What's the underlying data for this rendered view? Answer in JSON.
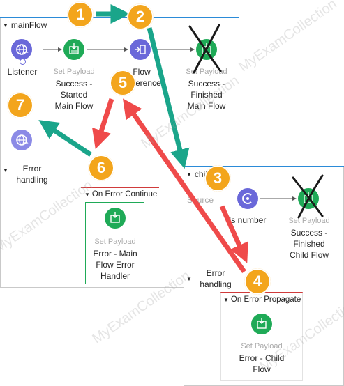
{
  "main_flow": {
    "name": "mainFlow",
    "listener": "Listener",
    "set_payload_1": {
      "type": "Set Payload",
      "label_lines": [
        "Success -",
        "Started",
        "Main Flow"
      ]
    },
    "flow_reference": {
      "label_lines": [
        "Flow",
        "Reference"
      ]
    },
    "set_payload_2": {
      "type": "Set Payload",
      "label_lines": [
        "Success -",
        "Finished",
        "Main Flow"
      ]
    },
    "error_handling": {
      "label_lines": [
        "Error",
        "handling"
      ]
    },
    "on_error_continue": {
      "title": "On Error Continue",
      "set_payload": {
        "type": "Set Payload",
        "label_lines": [
          "Error - Main",
          "Flow Error",
          "Handler"
        ]
      }
    }
  },
  "child_flow": {
    "name": "childFlow",
    "source": "Source",
    "is_number": "is number",
    "set_payload": {
      "type": "Set Payload",
      "label_lines": [
        "Success -",
        "Finished",
        "Child Flow"
      ]
    },
    "error_handling": {
      "label_lines": [
        "Error",
        "handling"
      ]
    },
    "on_error_propagate": {
      "title": "On Error Propagate",
      "set_payload": {
        "type": "Set Payload",
        "label_lines": [
          "Error - Child",
          "Flow"
        ]
      }
    }
  },
  "steps": [
    "1",
    "2",
    "3",
    "4",
    "5",
    "6",
    "7"
  ],
  "watermark": "MyExamCollection",
  "colors": {
    "badge": "#f3a51c",
    "teal_arrow": "#1aa58a",
    "red_arrow": "#ef4a4a",
    "node_blue": "#6a68d9",
    "node_green": "#1faa57",
    "flow_bar": "#2b8bd8",
    "error_continue_border": "#1faa57",
    "error_header_line": "#d03b3b"
  }
}
